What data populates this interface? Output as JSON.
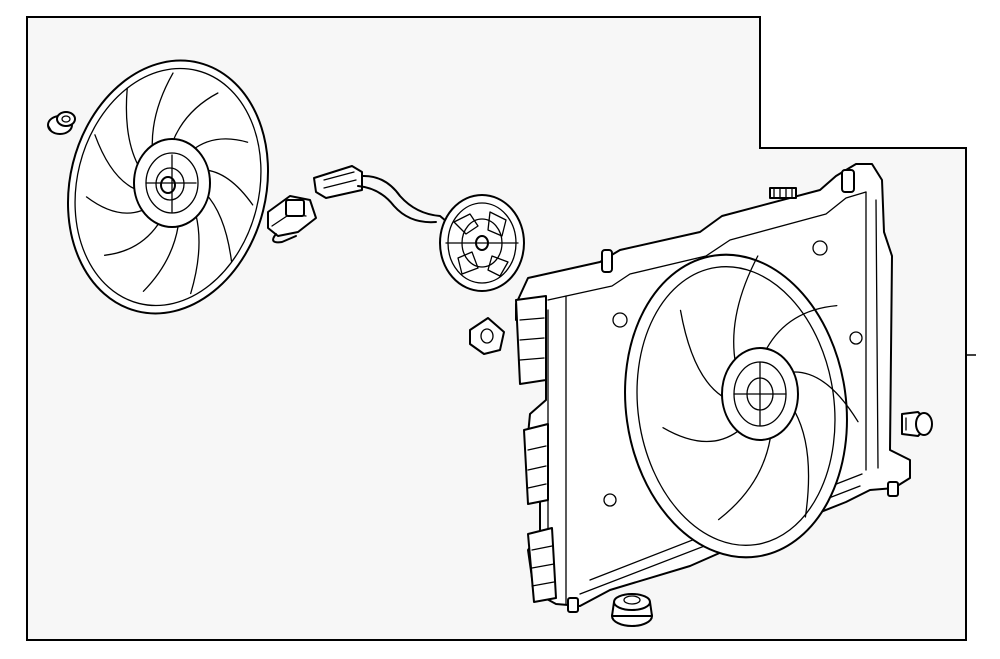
{
  "diagram": {
    "background_color": "#ffffff",
    "panel_color": "#f7f7f7",
    "line_color": "#000000",
    "parts": [
      {
        "name": "fan-blade"
      },
      {
        "name": "push-nut"
      },
      {
        "name": "wire-connector"
      },
      {
        "name": "fan-motor"
      },
      {
        "name": "retainer-clip"
      },
      {
        "name": "fan-shroud-assembly"
      },
      {
        "name": "mounting-bolt"
      },
      {
        "name": "lower-insulator"
      }
    ]
  }
}
